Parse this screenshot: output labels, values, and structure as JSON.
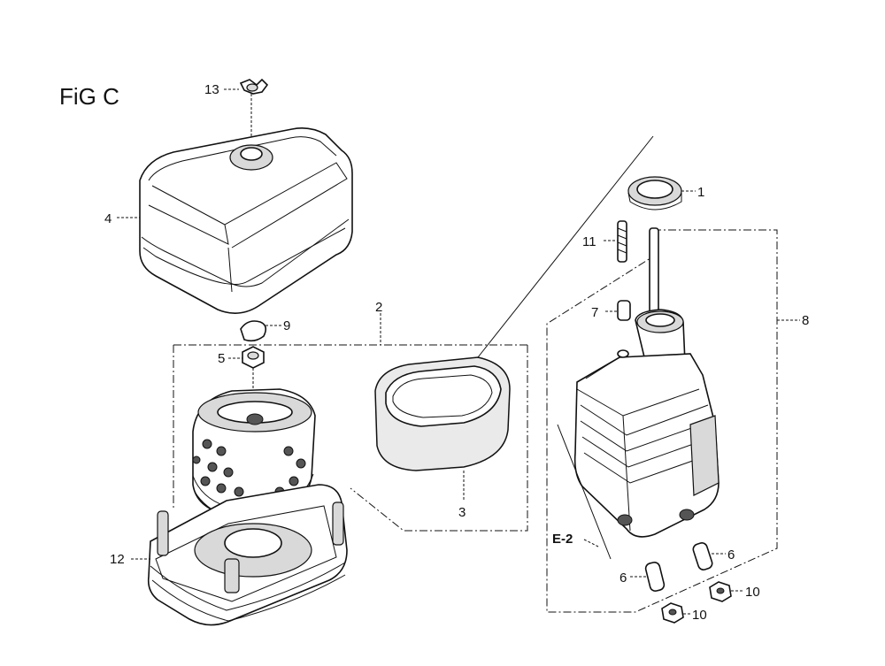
{
  "figure": {
    "title": "FiG C"
  },
  "callouts": {
    "p1": "1",
    "p2": "2",
    "p3": "3",
    "p4": "4",
    "p5": "5",
    "p6a": "6",
    "p6b": "6",
    "p7": "7",
    "p8": "8",
    "p9": "9",
    "p10a": "10",
    "p10b": "10",
    "p11": "11",
    "p12": "12",
    "p13": "13"
  },
  "reference": {
    "label": "E-2"
  }
}
